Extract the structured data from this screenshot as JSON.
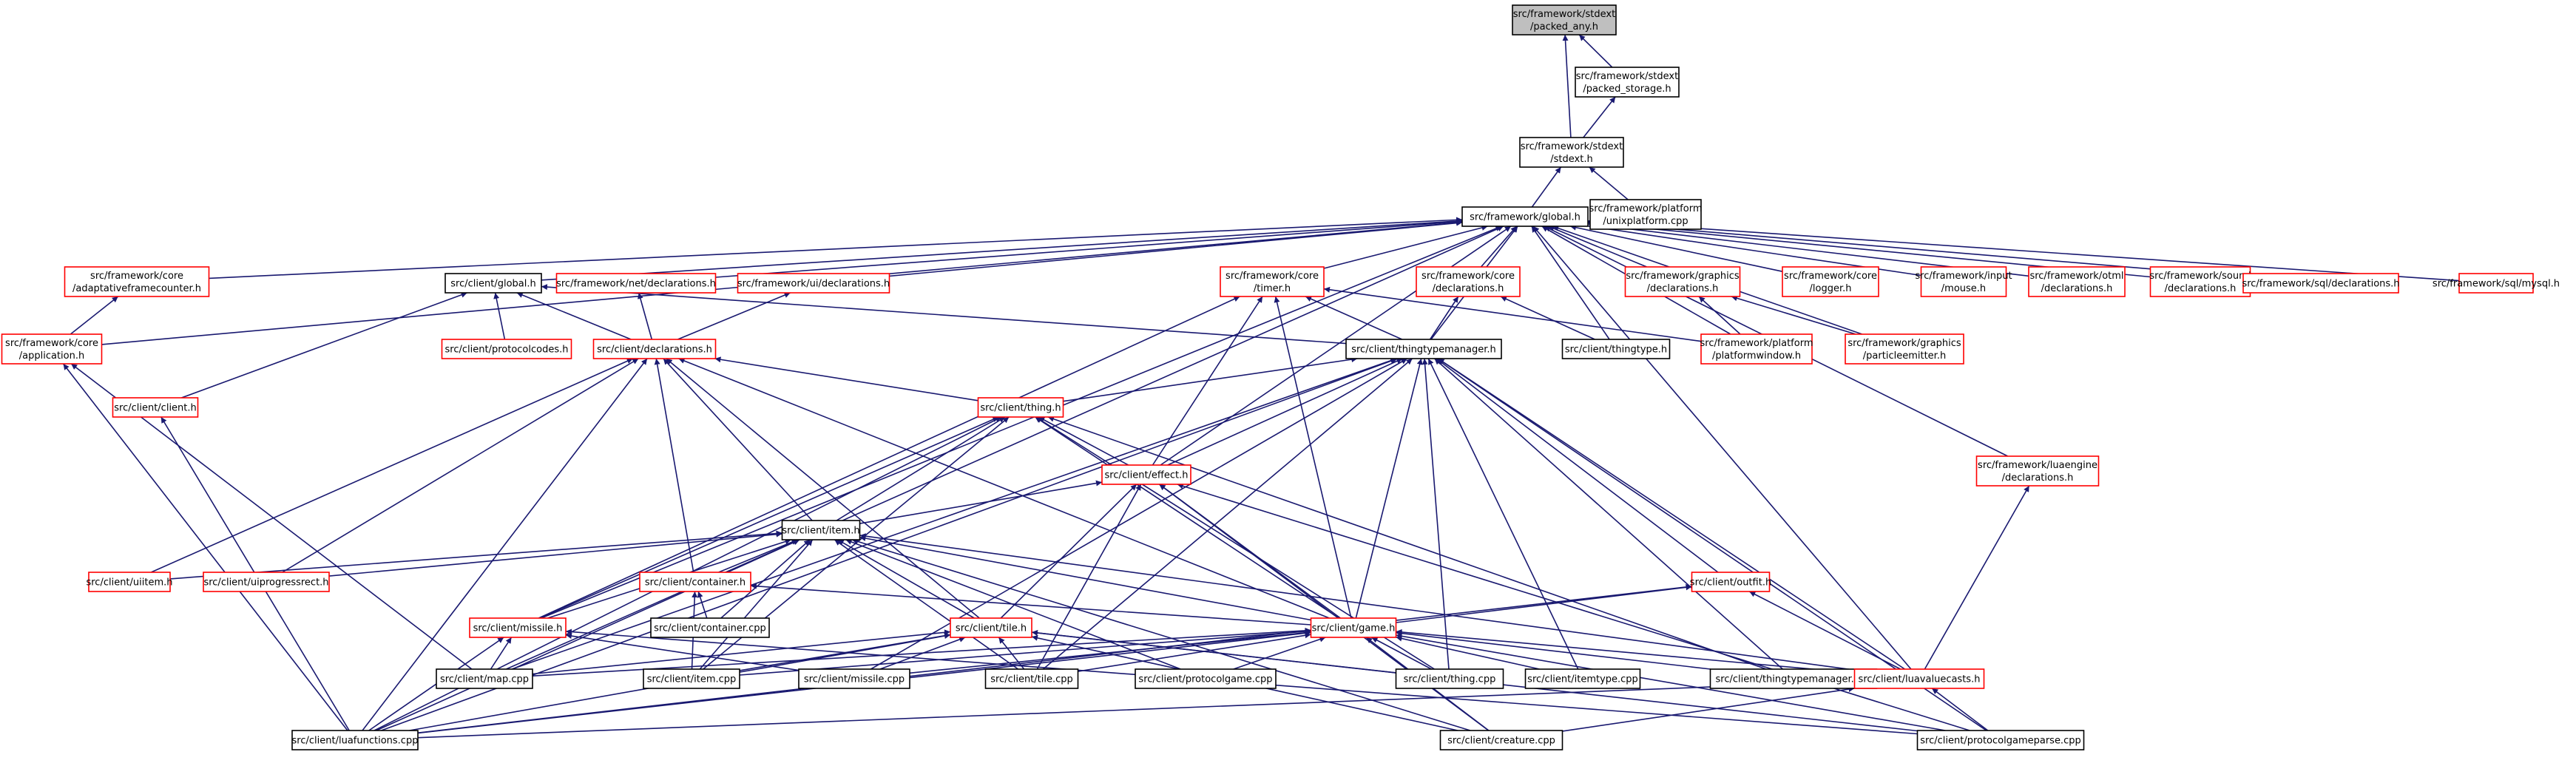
{
  "colors": {
    "edge": "#191970",
    "node_border_linked": "#ff0000",
    "node_border_plain": "#000000",
    "node_fill": "#ffffff",
    "root_fill": "#bfbfbf"
  },
  "nodes": [
    {
      "id": "packed_any",
      "lines": [
        "src/framework/stdext",
        "/packed_any.h"
      ],
      "style": "root"
    },
    {
      "id": "packed_storage",
      "lines": [
        "src/framework/stdext",
        "/packed_storage.h"
      ],
      "style": "plain"
    },
    {
      "id": "stdext",
      "lines": [
        "src/framework/stdext",
        "/stdext.h"
      ],
      "style": "plain"
    },
    {
      "id": "fw_global",
      "lines": [
        "src/framework/global.h"
      ],
      "style": "plain"
    },
    {
      "id": "unixplatform",
      "lines": [
        "src/framework/platform",
        "/unixplatform.cpp"
      ],
      "style": "plain"
    },
    {
      "id": "adaptive",
      "lines": [
        "src/framework/core",
        "/adaptativeframecounter.h"
      ],
      "style": "red"
    },
    {
      "id": "cl_global",
      "lines": [
        "src/client/global.h"
      ],
      "style": "plain"
    },
    {
      "id": "net_decl",
      "lines": [
        "src/framework/net/declarations.h"
      ],
      "style": "red"
    },
    {
      "id": "ui_decl",
      "lines": [
        "src/framework/ui/declarations.h"
      ],
      "style": "red"
    },
    {
      "id": "core_timer",
      "lines": [
        "src/framework/core",
        "/timer.h"
      ],
      "style": "red"
    },
    {
      "id": "core_decl",
      "lines": [
        "src/framework/core",
        "/declarations.h"
      ],
      "style": "red"
    },
    {
      "id": "gfx_decl",
      "lines": [
        "src/framework/graphics",
        "/declarations.h"
      ],
      "style": "red"
    },
    {
      "id": "core_logger",
      "lines": [
        "src/framework/core",
        "/logger.h"
      ],
      "style": "red"
    },
    {
      "id": "input_mouse",
      "lines": [
        "src/framework/input",
        "/mouse.h"
      ],
      "style": "red"
    },
    {
      "id": "otml_decl",
      "lines": [
        "src/framework/otml",
        "/declarations.h"
      ],
      "style": "red"
    },
    {
      "id": "sound_decl",
      "lines": [
        "src/framework/sound",
        "/declarations.h"
      ],
      "style": "red"
    },
    {
      "id": "sql_decl",
      "lines": [
        "src/framework/sql/declarations.h"
      ],
      "style": "red"
    },
    {
      "id": "sql_mysql",
      "lines": [
        "src/framework/sql/mysql.h"
      ],
      "style": "red"
    },
    {
      "id": "application",
      "lines": [
        "src/framework/core",
        "/application.h"
      ],
      "style": "red"
    },
    {
      "id": "protocolcodes",
      "lines": [
        "src/client/protocolcodes.h"
      ],
      "style": "red"
    },
    {
      "id": "cl_decl",
      "lines": [
        "src/client/declarations.h"
      ],
      "style": "red"
    },
    {
      "id": "thingtypemgr_h",
      "lines": [
        "src/client/thingtypemanager.h"
      ],
      "style": "plain"
    },
    {
      "id": "thingtype_h",
      "lines": [
        "src/client/thingtype.h"
      ],
      "style": "plain"
    },
    {
      "id": "platformwindow",
      "lines": [
        "src/framework/platform",
        "/platformwindow.h"
      ],
      "style": "red"
    },
    {
      "id": "particleemitter",
      "lines": [
        "src/framework/graphics",
        "/particleemitter.h"
      ],
      "style": "red"
    },
    {
      "id": "client_h",
      "lines": [
        "src/client/client.h"
      ],
      "style": "red"
    },
    {
      "id": "thing_h",
      "lines": [
        "src/client/thing.h"
      ],
      "style": "red"
    },
    {
      "id": "effect_h",
      "lines": [
        "src/client/effect.h"
      ],
      "style": "red"
    },
    {
      "id": "luaengine_decl",
      "lines": [
        "src/framework/luaengine",
        "/declarations.h"
      ],
      "style": "red"
    },
    {
      "id": "item_h",
      "lines": [
        "src/client/item.h"
      ],
      "style": "plain"
    },
    {
      "id": "uiitem",
      "lines": [
        "src/client/uiitem.h"
      ],
      "style": "red"
    },
    {
      "id": "uiprogressrect",
      "lines": [
        "src/client/uiprogressrect.h"
      ],
      "style": "red"
    },
    {
      "id": "container_h",
      "lines": [
        "src/client/container.h"
      ],
      "style": "red"
    },
    {
      "id": "outfit_h",
      "lines": [
        "src/client/outfit.h"
      ],
      "style": "red"
    },
    {
      "id": "missile_h",
      "lines": [
        "src/client/missile.h"
      ],
      "style": "red"
    },
    {
      "id": "container_cpp",
      "lines": [
        "src/client/container.cpp"
      ],
      "style": "plain"
    },
    {
      "id": "tile_h",
      "lines": [
        "src/client/tile.h"
      ],
      "style": "red"
    },
    {
      "id": "game_h",
      "lines": [
        "src/client/game.h"
      ],
      "style": "red"
    },
    {
      "id": "map_cpp",
      "lines": [
        "src/client/map.cpp"
      ],
      "style": "plain"
    },
    {
      "id": "item_cpp",
      "lines": [
        "src/client/item.cpp"
      ],
      "style": "plain"
    },
    {
      "id": "missile_cpp",
      "lines": [
        "src/client/missile.cpp"
      ],
      "style": "plain"
    },
    {
      "id": "tile_cpp",
      "lines": [
        "src/client/tile.cpp"
      ],
      "style": "plain"
    },
    {
      "id": "protocolgame_cpp",
      "lines": [
        "src/client/protocolgame.cpp"
      ],
      "style": "plain"
    },
    {
      "id": "thing_cpp",
      "lines": [
        "src/client/thing.cpp"
      ],
      "style": "plain"
    },
    {
      "id": "itemtype_cpp",
      "lines": [
        "src/client/itemtype.cpp"
      ],
      "style": "plain"
    },
    {
      "id": "thingtypemgr_cpp",
      "lines": [
        "src/client/thingtypemanager.cpp"
      ],
      "style": "plain"
    },
    {
      "id": "luavaluecasts",
      "lines": [
        "src/client/luavaluecasts.h"
      ],
      "style": "red"
    },
    {
      "id": "luafunctions",
      "lines": [
        "src/client/luafunctions.cpp"
      ],
      "style": "plain"
    },
    {
      "id": "creature_cpp",
      "lines": [
        "src/client/creature.cpp"
      ],
      "style": "plain"
    },
    {
      "id": "protocolgameparse",
      "lines": [
        "src/client/protocolgameparse.cpp"
      ],
      "style": "plain"
    }
  ],
  "edges": [
    [
      "packed_storage",
      "packed_any"
    ],
    [
      "stdext",
      "packed_any"
    ],
    [
      "stdext",
      "packed_storage"
    ],
    [
      "fw_global",
      "stdext"
    ],
    [
      "unixplatform",
      "stdext"
    ],
    [
      "adaptive",
      "fw_global"
    ],
    [
      "cl_global",
      "fw_global"
    ],
    [
      "net_decl",
      "fw_global"
    ],
    [
      "ui_decl",
      "fw_global"
    ],
    [
      "core_timer",
      "fw_global"
    ],
    [
      "core_decl",
      "fw_global"
    ],
    [
      "gfx_decl",
      "fw_global"
    ],
    [
      "core_logger",
      "fw_global"
    ],
    [
      "input_mouse",
      "fw_global"
    ],
    [
      "otml_decl",
      "fw_global"
    ],
    [
      "sound_decl",
      "fw_global"
    ],
    [
      "sql_decl",
      "fw_global"
    ],
    [
      "sql_mysql",
      "fw_global"
    ],
    [
      "application",
      "fw_global"
    ],
    [
      "thingtypemgr_h",
      "fw_global"
    ],
    [
      "thingtype_h",
      "fw_global"
    ],
    [
      "platformwindow",
      "fw_global"
    ],
    [
      "particleemitter",
      "fw_global"
    ],
    [
      "luaengine_decl",
      "fw_global"
    ],
    [
      "item_h",
      "fw_global"
    ],
    [
      "effect_h",
      "fw_global"
    ],
    [
      "missile_h",
      "fw_global"
    ],
    [
      "luavaluecasts",
      "fw_global"
    ],
    [
      "application",
      "adaptive"
    ],
    [
      "luafunctions",
      "application"
    ],
    [
      "map_cpp",
      "application"
    ],
    [
      "protocolcodes",
      "cl_global"
    ],
    [
      "cl_decl",
      "cl_global"
    ],
    [
      "client_h",
      "cl_global"
    ],
    [
      "thingtypemgr_h",
      "cl_global"
    ],
    [
      "cl_decl",
      "net_decl"
    ],
    [
      "cl_decl",
      "ui_decl"
    ],
    [
      "thingtypemgr_h",
      "core_timer"
    ],
    [
      "effect_h",
      "core_timer"
    ],
    [
      "game_h",
      "core_timer"
    ],
    [
      "missile_h",
      "core_timer"
    ],
    [
      "platformwindow",
      "core_timer"
    ],
    [
      "thingtypemgr_h",
      "core_decl"
    ],
    [
      "thingtype_h",
      "core_decl"
    ],
    [
      "platformwindow",
      "gfx_decl"
    ],
    [
      "particleemitter",
      "gfx_decl"
    ],
    [
      "thing_h",
      "cl_decl"
    ],
    [
      "item_h",
      "cl_decl"
    ],
    [
      "container_h",
      "cl_decl"
    ],
    [
      "tile_h",
      "cl_decl"
    ],
    [
      "game_h",
      "cl_decl"
    ],
    [
      "uiitem",
      "cl_decl"
    ],
    [
      "uiprogressrect",
      "cl_decl"
    ],
    [
      "luafunctions",
      "cl_decl"
    ],
    [
      "thing_h",
      "thingtypemgr_h"
    ],
    [
      "effect_h",
      "thingtypemgr_h"
    ],
    [
      "outfit_h",
      "thingtypemgr_h"
    ],
    [
      "game_h",
      "thingtypemgr_h"
    ],
    [
      "tile_cpp",
      "thingtypemgr_h"
    ],
    [
      "thing_cpp",
      "thingtypemgr_h"
    ],
    [
      "itemtype_cpp",
      "thingtypemgr_h"
    ],
    [
      "thingtypemgr_cpp",
      "thingtypemgr_h"
    ],
    [
      "luavaluecasts",
      "thingtypemgr_h"
    ],
    [
      "protocolgameparse",
      "thingtypemgr_h"
    ],
    [
      "luafunctions",
      "thingtypemgr_h"
    ],
    [
      "missile_cpp",
      "thingtypemgr_h"
    ],
    [
      "map_cpp",
      "thingtypemgr_h"
    ],
    [
      "luafunctions",
      "client_h"
    ],
    [
      "effect_h",
      "thing_h"
    ],
    [
      "item_h",
      "thing_h"
    ],
    [
      "missile_h",
      "thing_h"
    ],
    [
      "game_h",
      "thing_h"
    ],
    [
      "item_cpp",
      "thing_h"
    ],
    [
      "thing_cpp",
      "thing_h"
    ],
    [
      "thingtypemgr_cpp",
      "thing_h"
    ],
    [
      "luafunctions",
      "thing_h"
    ],
    [
      "item_h",
      "effect_h"
    ],
    [
      "tile_h",
      "effect_h"
    ],
    [
      "game_h",
      "effect_h"
    ],
    [
      "tile_cpp",
      "effect_h"
    ],
    [
      "creature_cpp",
      "effect_h"
    ],
    [
      "protocolgameparse",
      "effect_h"
    ],
    [
      "luavaluecasts",
      "luaengine_decl"
    ],
    [
      "uiitem",
      "item_h"
    ],
    [
      "uiprogressrect",
      "item_h"
    ],
    [
      "container_h",
      "item_h"
    ],
    [
      "missile_h",
      "item_h"
    ],
    [
      "tile_h",
      "item_h"
    ],
    [
      "game_h",
      "item_h"
    ],
    [
      "container_cpp",
      "item_h"
    ],
    [
      "map_cpp",
      "item_h"
    ],
    [
      "item_cpp",
      "item_h"
    ],
    [
      "tile_cpp",
      "item_h"
    ],
    [
      "protocolgame_cpp",
      "item_h"
    ],
    [
      "luafunctions",
      "item_h"
    ],
    [
      "creature_cpp",
      "item_h"
    ],
    [
      "luavaluecasts",
      "item_h"
    ],
    [
      "game_h",
      "container_h"
    ],
    [
      "container_cpp",
      "container_h"
    ],
    [
      "item_cpp",
      "container_h"
    ],
    [
      "game_h",
      "outfit_h"
    ],
    [
      "luavaluecasts",
      "outfit_h"
    ],
    [
      "luafunctions",
      "outfit_h"
    ],
    [
      "map_cpp",
      "missile_h"
    ],
    [
      "missile_cpp",
      "missile_h"
    ],
    [
      "luafunctions",
      "missile_h"
    ],
    [
      "protocolgameparse",
      "missile_h"
    ],
    [
      "map_cpp",
      "tile_h"
    ],
    [
      "item_cpp",
      "tile_h"
    ],
    [
      "tile_cpp",
      "tile_h"
    ],
    [
      "missile_cpp",
      "tile_h"
    ],
    [
      "thing_cpp",
      "tile_h"
    ],
    [
      "luafunctions",
      "tile_h"
    ],
    [
      "creature_cpp",
      "tile_h"
    ],
    [
      "protocolgameparse",
      "tile_h"
    ],
    [
      "map_cpp",
      "game_h"
    ],
    [
      "item_cpp",
      "game_h"
    ],
    [
      "missile_cpp",
      "game_h"
    ],
    [
      "tile_cpp",
      "game_h"
    ],
    [
      "protocolgame_cpp",
      "game_h"
    ],
    [
      "thing_cpp",
      "game_h"
    ],
    [
      "itemtype_cpp",
      "game_h"
    ],
    [
      "thingtypemgr_cpp",
      "game_h"
    ],
    [
      "luavaluecasts",
      "game_h"
    ],
    [
      "luafunctions",
      "game_h"
    ],
    [
      "creature_cpp",
      "game_h"
    ],
    [
      "protocolgameparse",
      "game_h"
    ],
    [
      "luafunctions",
      "luavaluecasts"
    ],
    [
      "creature_cpp",
      "luavaluecasts"
    ],
    [
      "protocolgameparse",
      "luavaluecasts"
    ]
  ]
}
